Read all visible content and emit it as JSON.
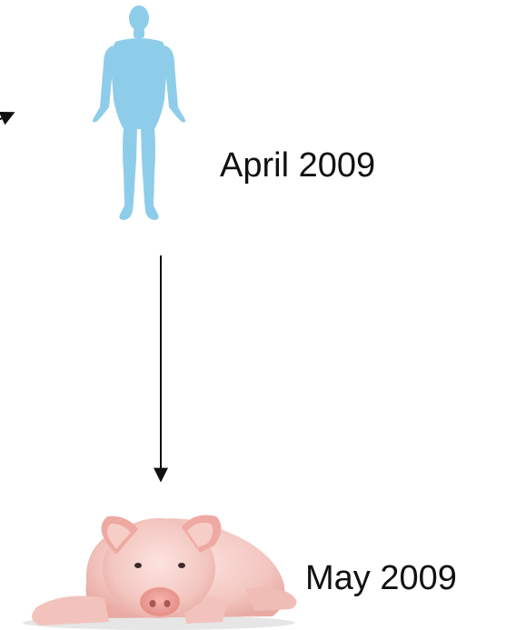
{
  "nodes": {
    "human": {
      "icon": "human-figure-icon",
      "label": "April 2009",
      "color": "#8ecdea"
    },
    "pig": {
      "icon": "pig-icon",
      "label": "May 2009",
      "color": "#f4c4bf"
    }
  },
  "edges": [
    {
      "from": "offscreen-left",
      "to": "human"
    },
    {
      "from": "human",
      "to": "pig"
    }
  ]
}
